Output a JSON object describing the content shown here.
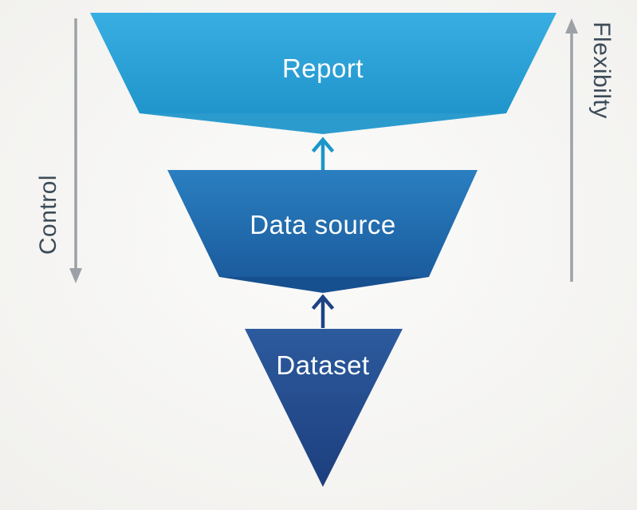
{
  "background": {
    "center_color": "#FBFBFA",
    "edge_color": "#F0EFEC"
  },
  "funnel": {
    "label_color": "#FFFFFF",
    "levels": [
      {
        "label": "Report",
        "color_top": "#38AEE3",
        "color_bottom": "#2095CB",
        "fold_color": "#2B9BCE"
      },
      {
        "label": "Data source",
        "color_top": "#2A7FC0",
        "color_bottom": "#1B5C9E",
        "fold_color": "#17508F"
      },
      {
        "label": "Dataset",
        "color_top": "#2C5B9E",
        "color_bottom": "#1D3E7D"
      }
    ]
  },
  "connectors": [
    {
      "name": "datasource-to-report",
      "color": "#1B96C8"
    },
    {
      "name": "dataset-to-datasource",
      "color": "#1D4386"
    }
  ],
  "axes": {
    "arrow_color": "#9CA1A7",
    "label_color": "#3C4B59",
    "control": {
      "label": "Control",
      "direction": "down"
    },
    "flexibility": {
      "label": "Flexibilty",
      "direction": "up"
    }
  }
}
